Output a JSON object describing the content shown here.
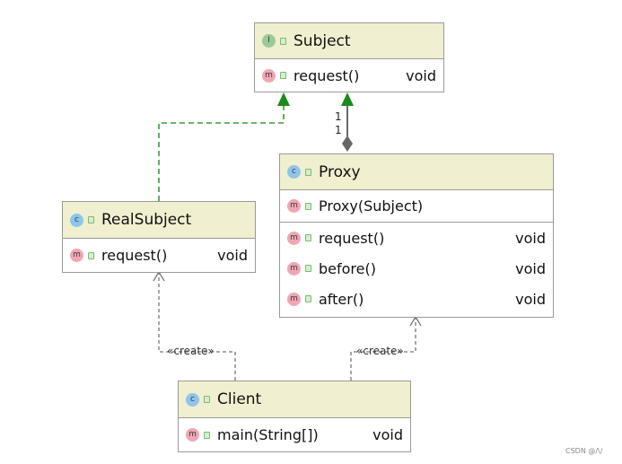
{
  "classes": {
    "subject": {
      "kind_letter": "I",
      "name": "Subject",
      "methods": [
        {
          "signature": "request()",
          "return": "void"
        }
      ]
    },
    "proxy": {
      "kind_letter": "c",
      "name": "Proxy",
      "constructor": "Proxy(Subject)",
      "methods": [
        {
          "signature": "request()",
          "return": "void"
        },
        {
          "signature": "before()",
          "return": "void"
        },
        {
          "signature": "after()",
          "return": "void"
        }
      ]
    },
    "real_subject": {
      "kind_letter": "c",
      "name": "RealSubject",
      "methods": [
        {
          "signature": "request()",
          "return": "void"
        }
      ]
    },
    "client": {
      "kind_letter": "c",
      "name": "Client",
      "methods": [
        {
          "signature": "main(String[])",
          "return": "void"
        }
      ]
    }
  },
  "method_badge_letter": "m",
  "relations": {
    "aggregation_multiplicity_top": "1",
    "aggregation_multiplicity_bottom": "1",
    "create_label_left": "«create»",
    "create_label_right": "«create»"
  },
  "credit": "CSDN @/\\/",
  "colors": {
    "header_bg": "#f0efcf",
    "border": "#9a9a9a",
    "realization_green": "#3a9a3a",
    "arrow_fill_green": "#1a8a1a",
    "dependency_gray": "#777777",
    "interface_badge": "#9ec79a",
    "class_badge": "#8ec5ea",
    "method_badge": "#f0a6b5"
  }
}
